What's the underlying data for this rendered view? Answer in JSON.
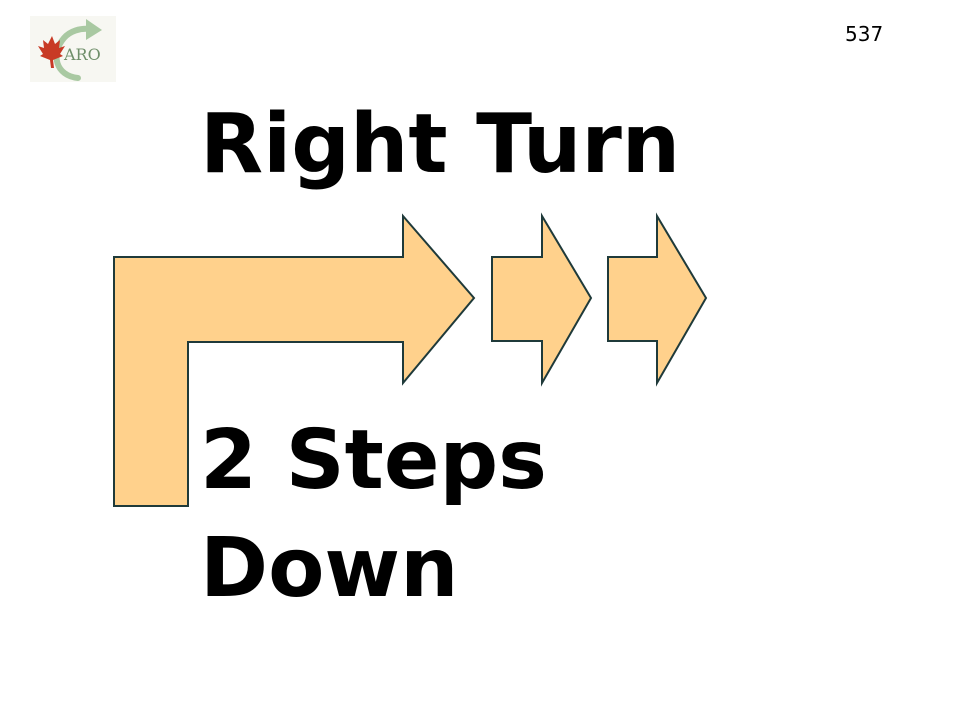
{
  "slide": {
    "page_number": "537",
    "title": "Right Turn",
    "steps_line1": "2 Steps",
    "steps_line2": "Down"
  },
  "logo": {
    "text": "ARO",
    "icon": "maple-leaf-with-curved-arrow-logo"
  },
  "diagram": {
    "shape_fill": "#FFD18C",
    "shape_stroke": "#1F3A3A",
    "step_arrow_count": 2,
    "icons": [
      "right-turn-arrow",
      "step-arrow-1",
      "step-arrow-2"
    ]
  }
}
